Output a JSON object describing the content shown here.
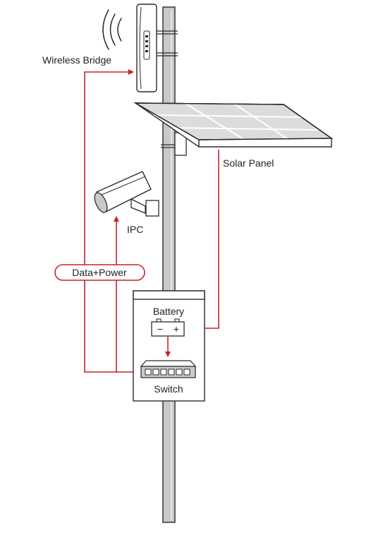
{
  "labels": {
    "wireless_bridge": "Wireless Bridge",
    "solar_panel": "Solar Panel",
    "ipc": "IPC",
    "data_power": "Data+Power",
    "battery": "Battery",
    "battery_minus": "−",
    "battery_plus": "+",
    "switch": "Switch"
  },
  "colors": {
    "link": "#c8202f",
    "outline": "#2b2b2b",
    "pole_fill": "#c9c9c9",
    "panel_fill": "#dcdcdc",
    "white": "#ffffff"
  }
}
